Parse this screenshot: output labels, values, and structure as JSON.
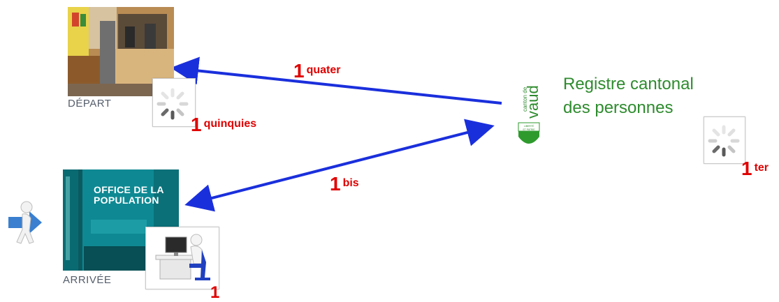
{
  "depart": {
    "caption": "DÉPART"
  },
  "arrivee": {
    "caption": "ARRIVÉE",
    "photo_sign_line1": "OFFICE DE LA",
    "photo_sign_line2": "POPULATION"
  },
  "registre": {
    "logo_text": "canton de vaud",
    "logo_motto": "LIBERTÉ ET PATRIE",
    "line1": "Registre cantonal",
    "line2": "des personnes"
  },
  "steps": [
    {
      "id": "step-1",
      "number": "1",
      "sup": ""
    },
    {
      "id": "step-1bis",
      "number": "1",
      "sup": "bis"
    },
    {
      "id": "step-1ter",
      "number": "1",
      "sup": "ter"
    },
    {
      "id": "step-1quater",
      "number": "1",
      "sup": "quater"
    },
    {
      "id": "step-1quinquies",
      "number": "1",
      "sup": "quinquies"
    }
  ],
  "colors": {
    "arrow": "#1a2fdc",
    "label": "#e00000",
    "registre_text": "#2e8b2e",
    "caption": "#555e6b"
  },
  "icons": [
    "walking-person-arrow-icon",
    "person-at-computer-icon",
    "loading-spinner-icon",
    "vaud-shield-icon"
  ]
}
